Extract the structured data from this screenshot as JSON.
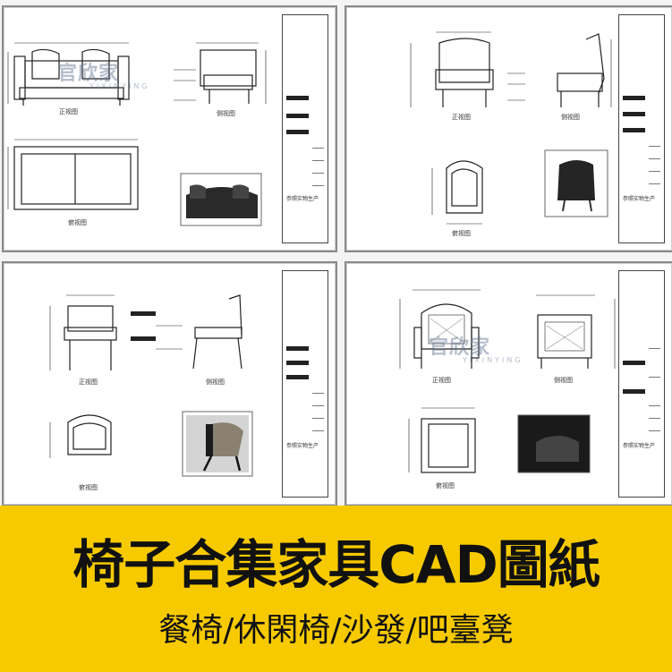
{
  "banner": {
    "title": "椅子合集家具CAD圖紙",
    "subtitle": "餐椅/休閑椅/沙發/吧臺凳",
    "background": "#f7ca00"
  },
  "watermark": {
    "text": "官欣家",
    "subtext": "YIXINYING"
  },
  "sheets": [
    {
      "front_label": "正视图",
      "side_label": "侧视图",
      "top_label": "俯视图",
      "note": "参照实物生产"
    },
    {
      "front_label": "正视图",
      "side_label": "侧视图",
      "top_label": "俯视图",
      "note": "参照实物生产"
    },
    {
      "front_label": "正视图",
      "side_label": "侧视图",
      "top_label": "俯视图",
      "note": "参照实物生产"
    },
    {
      "front_label": "正视图",
      "side_label": "侧视图",
      "top_label": "俯视图",
      "note": "参照实物生产"
    }
  ]
}
